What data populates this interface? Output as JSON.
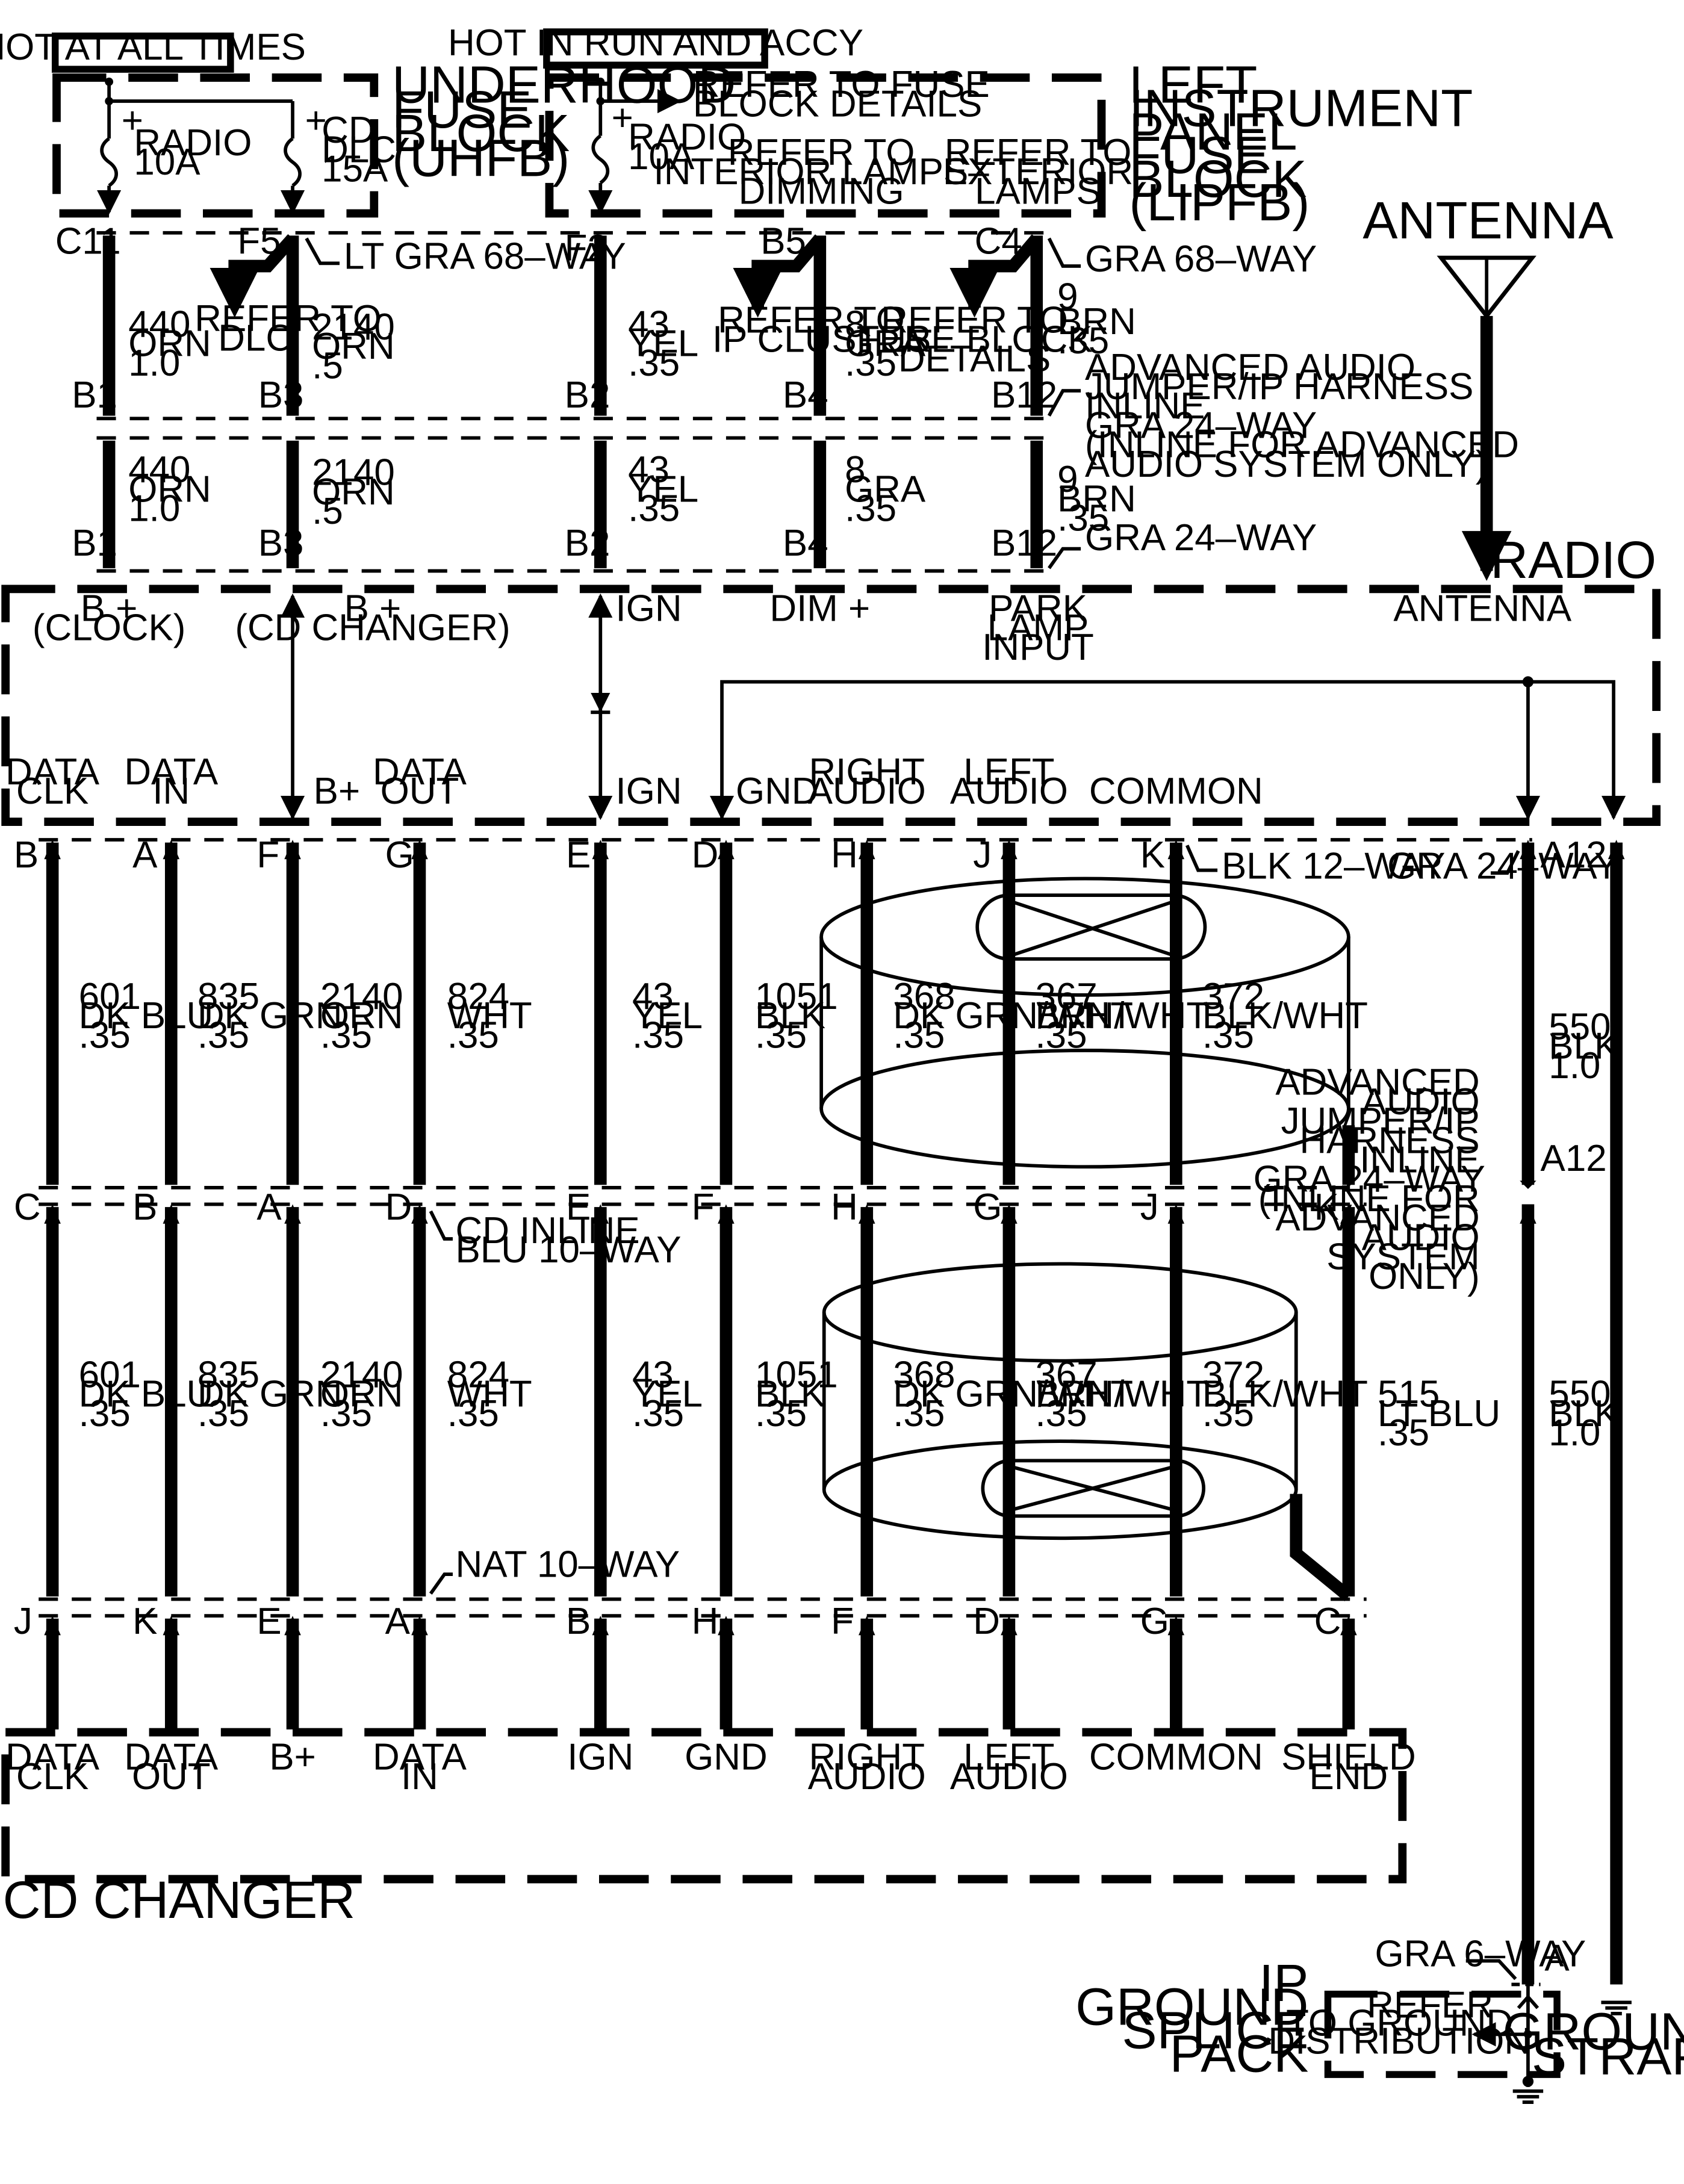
{
  "labels": {
    "hot_all_times": "HOT AT ALL TIMES",
    "hot_run_accy": "HOT IN RUN AND ACCY",
    "uhfb": [
      "UNDERHOOD",
      "FUSE",
      "BLOCK",
      "(UHFB)"
    ],
    "lipfb": [
      "LEFT",
      "INSTRUMENT",
      "PANEL",
      "FUSE",
      "BLOCK",
      "(LIPFB)"
    ],
    "fuse_radio_uh": [
      "RADIO",
      "10A"
    ],
    "fuse_cd_dlc": [
      "CD",
      "DLC",
      "15A"
    ],
    "fuse_radio_ip": [
      "RADIO",
      "10A"
    ],
    "refer_fuse_block_details": [
      "REFER TO FUSE",
      "BLOCK DETAILS"
    ],
    "refer_interior_lamps": [
      "REFER TO",
      "INTERIOR LAMPS–",
      "DIMMING"
    ],
    "refer_exterior_lamps": [
      "REFER TO",
      "EXTERIOR",
      "LAMPS"
    ],
    "antenna_title": "ANTENNA",
    "radio_title": "RADIO",
    "cd_changer_title": "CD CHANGER",
    "ip_ground_splice": [
      "IP",
      "GROUND",
      "SPLICE",
      "PACK"
    ],
    "ground_strap": [
      "GROUND",
      "STRAP"
    ],
    "refer_ground_dist": [
      "REFER",
      "TO GROUND",
      "DISTRIBUTION"
    ],
    "refer_dlc": [
      "REFER TO",
      "DLC"
    ],
    "refer_ip_cluster": [
      "REFER TO",
      "IP CLUSTER"
    ],
    "refer_fuse_details": [
      "REFER TO",
      "FUSE BLOCK",
      "DETAILS"
    ],
    "lt_gra_68": "LT GRA 68–WAY",
    "gra_68": "GRA 68–WAY",
    "adv_audio_inline_top": [
      "ADVANCED AUDIO",
      "JUMPER/IP HARNESS",
      "INLINE",
      "GRA 24–WAY",
      "(INLINE FOR ADVANCED",
      "AUDIO SYSTEM ONLY)"
    ],
    "gra_24_way": "GRA 24–WAY",
    "blk_12_way": "BLK 12–WAY",
    "gra_24_way_a12": "GRA 24–WAY",
    "adv_audio_inline_mid": [
      "ADVANCED",
      "AUDIO",
      "JUMPER/IP",
      "HARNESS",
      "INLINE",
      "GRA 24–WAY",
      "(INLINE FOR",
      "ADVANCED",
      "AUDIO",
      "SYSTEM",
      "ONLY)"
    ],
    "cd_inline": [
      "CD INLINE",
      "BLU 10–WAY"
    ],
    "nat_10_way": "NAT 10–WAY",
    "gra_6_way": "GRA 6–WAY"
  },
  "top_connectors": {
    "c11": "C11",
    "f5": "F5",
    "f2": "F2",
    "b5": "B5",
    "c4": "C4",
    "row1": [
      "B1",
      "B3",
      "B2",
      "B4",
      "B12"
    ],
    "row2": [
      "B1",
      "B3",
      "B2",
      "B4",
      "B12"
    ]
  },
  "top_wires_a": [
    [
      "440",
      "ORN",
      "1.0"
    ],
    [
      "2140",
      "ORN",
      ".5"
    ],
    [
      "43",
      "YEL",
      ".35"
    ],
    [
      "8",
      "GRA",
      ".35"
    ],
    [
      "9",
      "BRN",
      ".35"
    ]
  ],
  "top_wires_b": [
    [
      "440",
      "ORN",
      "1.0"
    ],
    [
      "2140",
      "ORN",
      ".5"
    ],
    [
      "43",
      "YEL",
      ".35"
    ],
    [
      "8",
      "GRA",
      ".35"
    ],
    [
      "9",
      "BRN",
      ".35"
    ]
  ],
  "radio_top_pins": [
    [
      "B +",
      "(CLOCK)"
    ],
    [
      "B +",
      "(CD CHANGER)"
    ],
    [
      "IGN"
    ],
    [
      "DIM +"
    ],
    [
      "PARK",
      "LAMP",
      "INPUT"
    ],
    [
      "ANTENNA"
    ]
  ],
  "radio_bottom_pins": [
    [
      "DATA",
      "CLK"
    ],
    [
      "DATA",
      "IN"
    ],
    [
      "B+"
    ],
    [
      "DATA",
      "OUT"
    ],
    [
      "IGN"
    ],
    [
      "GND"
    ],
    [
      "RIGHT",
      "AUDIO"
    ],
    [
      "LEFT",
      "AUDIO"
    ],
    [
      "COMMON"
    ]
  ],
  "conn_row_1": [
    "B",
    "A",
    "F",
    "G",
    "E",
    "D",
    "H",
    "J",
    "K",
    "A12"
  ],
  "conn_row_2": [
    "C",
    "B",
    "A",
    "D",
    "E",
    "F",
    "H",
    "G",
    "J",
    "K",
    "A12"
  ],
  "conn_row_3": [
    "J",
    "K",
    "E",
    "A",
    "B",
    "H",
    "F",
    "D",
    "G",
    "C",
    "A"
  ],
  "mid_wires_a": [
    [
      "601",
      "DK BLU",
      ".35"
    ],
    [
      "835",
      "DK GRN",
      ".35"
    ],
    [
      "2140",
      "ORN",
      ".35"
    ],
    [
      "824",
      "WHT",
      ".35"
    ],
    [
      "43",
      "YEL",
      ".35"
    ],
    [
      "1051",
      "BLK",
      ".35"
    ],
    [
      "368",
      "DK GRN/WHT",
      ".35"
    ],
    [
      "367",
      "BRN/WHT",
      ".35"
    ],
    [
      "372",
      "BLK/WHT",
      ".35"
    ]
  ],
  "mid_wires_b": [
    [
      "601",
      "DK BLU",
      ".35"
    ],
    [
      "835",
      "DK GRN",
      ".35"
    ],
    [
      "2140",
      "ORN",
      ".35"
    ],
    [
      "824",
      "WHT",
      ".35"
    ],
    [
      "43",
      "YEL",
      ".35"
    ],
    [
      "1051",
      "BLK",
      ".35"
    ],
    [
      "368",
      "DK GRN/WHT",
      ".35"
    ],
    [
      "367",
      "BRN/WHT",
      ".35"
    ],
    [
      "372",
      "BLK/WHT",
      ".35"
    ]
  ],
  "shield_wire": [
    "515",
    "LT BLU",
    ".35"
  ],
  "ground_wire_a": [
    "550",
    "BLK",
    "1.0"
  ],
  "ground_wire_b": [
    "550",
    "BLK",
    "1.0"
  ],
  "cd_pins": [
    [
      "DATA",
      "CLK"
    ],
    [
      "DATA",
      "OUT"
    ],
    [
      "B+"
    ],
    [
      "DATA",
      "IN"
    ],
    [
      "IGN"
    ],
    [
      "GND"
    ],
    [
      "RIGHT",
      "AUDIO"
    ],
    [
      "LEFT",
      "AUDIO"
    ],
    [
      "COMMON"
    ],
    [
      "SHIELD",
      "END"
    ]
  ]
}
